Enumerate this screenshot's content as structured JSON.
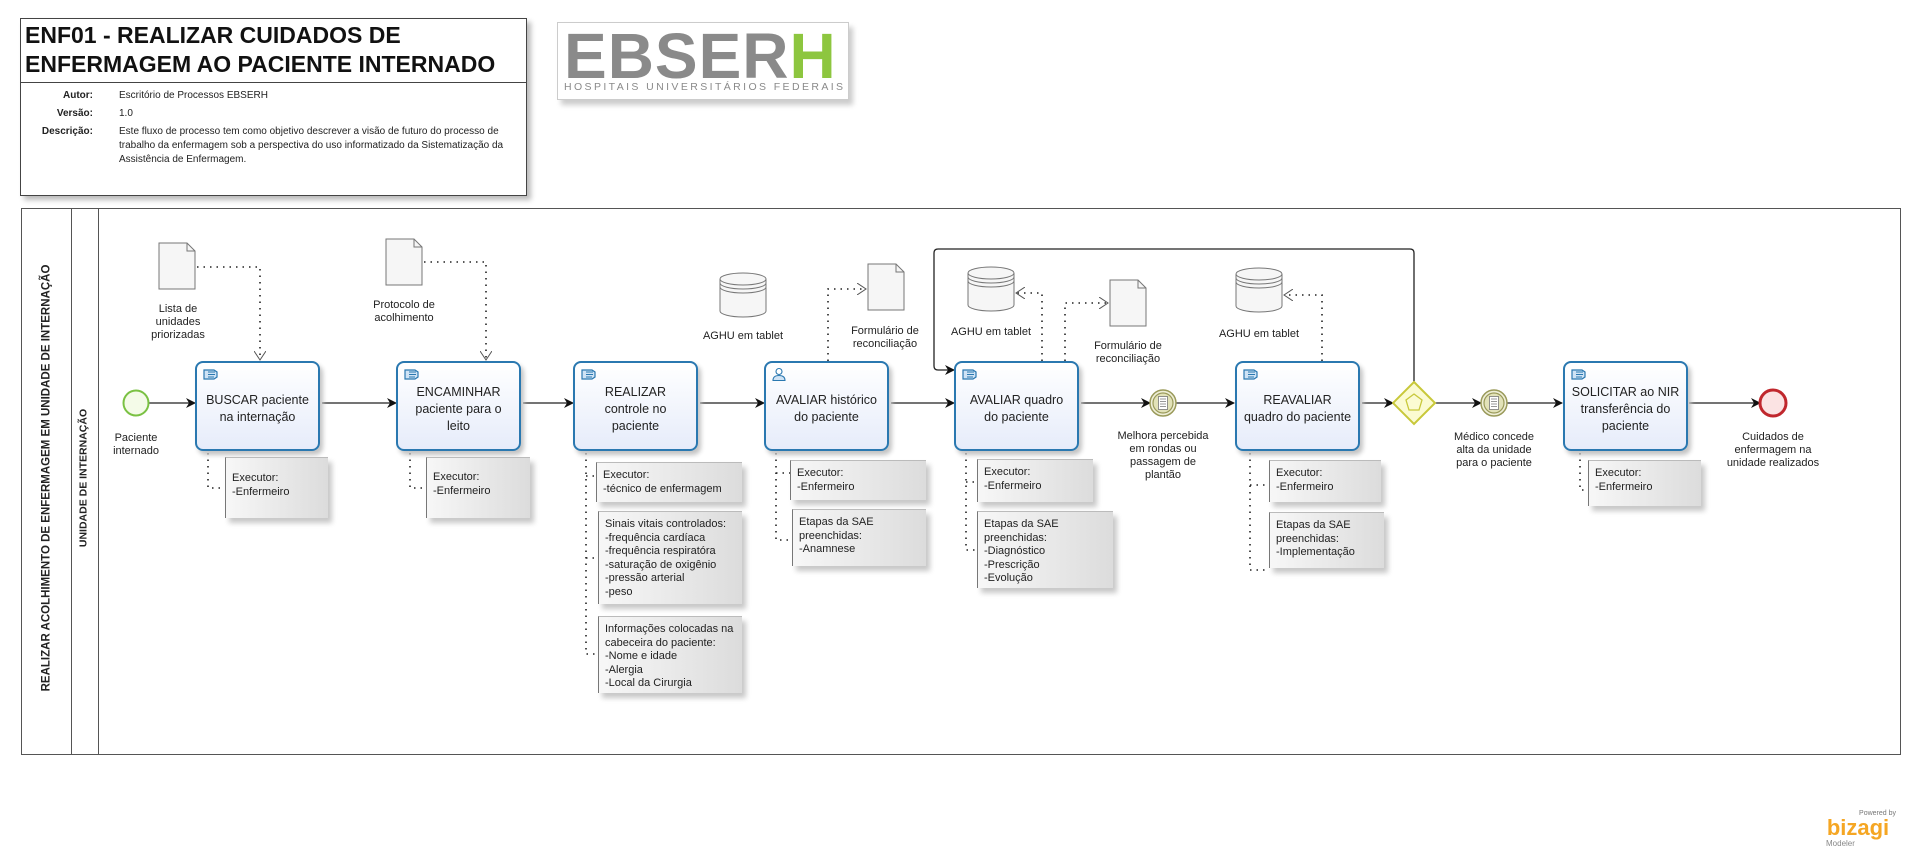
{
  "header": {
    "title": "ENF01 - REALIZAR CUIDADOS DE ENFERMAGEM AO PACIENTE INTERNADO",
    "author_label": "Autor:",
    "author": "Escritório de Processos EBSERH",
    "version_label": "Versão:",
    "version": "1.0",
    "description_label": "Descrição:",
    "description": "Este fluxo de processo tem como objetivo descrever a visão de futuro do processo de trabalho da enfermagem sob a perspectiva do uso informatizado da Sistematização da Assistência de Enfermagem."
  },
  "logo": {
    "main": "EBSER",
    "accent": "H",
    "subtitle": "HOSPITAIS UNIVERSITÁRIOS FEDERAIS"
  },
  "pool": {
    "name": "REALIZAR ACOLHIMENTO DE ENFERMAGEM EM UNIDADE DE INTERNAÇÃO",
    "lane": "UNIDADE DE INTERNAÇÃO"
  },
  "events": {
    "start": "Paciente internado",
    "intermediate1": "Melhora percebida\nem rondas ou\npassagem de\nplantão",
    "intermediate2": "Médico concede\nalta da unidade\npara o paciente",
    "end": "Cuidados de\nenfermagem na\nunidade realizados"
  },
  "tasks": [
    {
      "label": "BUSCAR paciente na internação",
      "icon": "manual-task-icon"
    },
    {
      "label": "ENCAMINHAR paciente para o leito",
      "icon": "manual-task-icon"
    },
    {
      "label": "REALIZAR controle no paciente",
      "icon": "manual-task-icon"
    },
    {
      "label": "AVALIAR histórico do paciente",
      "icon": "user-task-icon"
    },
    {
      "label": "AVALIAR quadro do paciente",
      "icon": "manual-task-icon"
    },
    {
      "label": "REAVALIAR quadro do paciente",
      "icon": "manual-task-icon"
    },
    {
      "label": "SOLICITAR ao NIR transferência do paciente",
      "icon": "manual-task-icon"
    }
  ],
  "artifacts": {
    "doc_lista": "Lista de\nunidades\npriorizadas",
    "doc_protocolo": "Protocolo de\nacolhimento",
    "db1": "AGHU em tablet",
    "doc_form1": "Formulário de\nreconciliação",
    "db2": "AGHU em tablet",
    "doc_form2": "Formulário de\nreconciliação",
    "db3": "AGHU em tablet"
  },
  "annotations": {
    "buscar_exec": "Executor:\n-Enfermeiro",
    "encaminhar_exec": "Executor:\n-Enfermeiro",
    "realizar_exec": "Executor:\n-técnico de enfermagem",
    "realizar_sinais": "Sinais vitais controlados:\n-frequência cardíaca\n-frequência respiratóra\n-saturação de oxigênio\n-pressão arterial\n-peso",
    "realizar_info": "Informações colocadas na\ncabeceira do paciente:\n-Nome e idade\n-Alergia\n-Local da Cirurgia",
    "historico_exec": "Executor:\n-Enfermeiro",
    "historico_sae": "Etapas da SAE\npreenchidas:\n-Anamnese",
    "quadro_exec": "Executor:\n-Enfermeiro",
    "quadro_sae": "Etapas da SAE\npreenchidas:\n-Diagnóstico\n-Prescrição\n-Evolução",
    "reavaliar_exec": "Executor:\n-Enfermeiro",
    "reavaliar_sae": "Etapas da SAE\npreenchidas:\n-Implementação",
    "solicitar_exec": "Executor:\n-Enfermeiro"
  },
  "branding": {
    "powered": "Powered by",
    "name": "bizagi",
    "product": "Modeler"
  },
  "colors": {
    "task_border": "#2a78b0",
    "start": "#7ac143",
    "end": "#c0272d",
    "intermediate": "#9a9a5a",
    "gateway": "#c8c83a",
    "logo_accent": "#8dc63f"
  }
}
